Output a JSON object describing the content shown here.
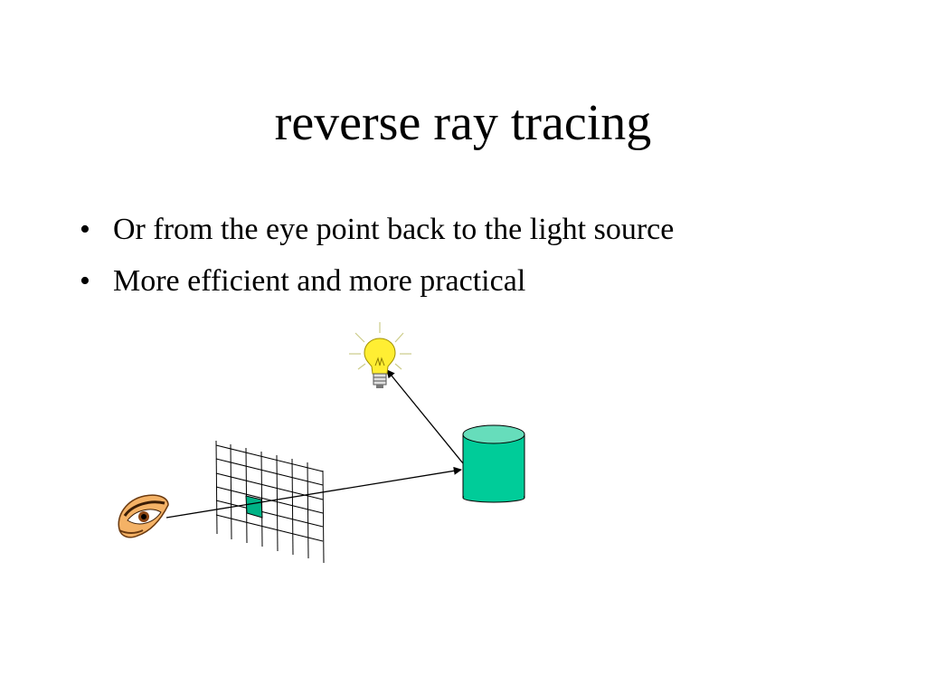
{
  "slide": {
    "title": "reverse ray tracing",
    "bullet_symbol": "•",
    "bullets": [
      "Or from the eye point back to the light source",
      "More efficient and more practical"
    ]
  },
  "diagram": {
    "elements": [
      "eye-icon",
      "pixel-grid",
      "highlighted-pixel",
      "cylinder-object",
      "light-bulb-icon",
      "ray-arrow"
    ],
    "colors": {
      "cylinder_body": "#00cc99",
      "cylinder_top": "#66ddbb",
      "pixel_highlight": "#00b386",
      "bulb": "#ffee33",
      "iris": "#8b4513",
      "lines": "#000000"
    }
  }
}
